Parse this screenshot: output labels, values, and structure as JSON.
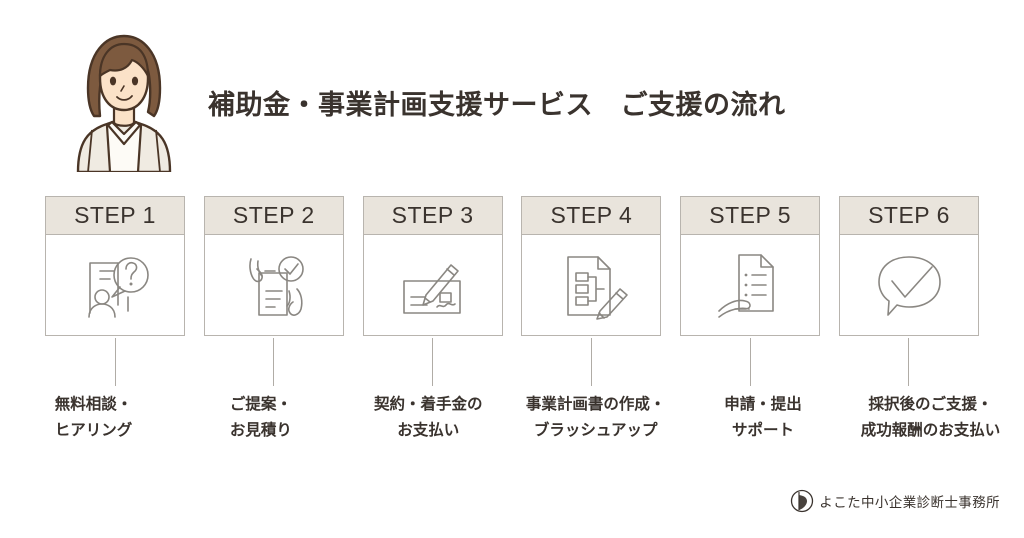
{
  "page": {
    "background_color": "#ffffff",
    "text_color": "#3a332e",
    "accent_band_color": "#e9e4dc",
    "border_color": "#b8b4ae",
    "icon_stroke_color": "#8a8782"
  },
  "header": {
    "title": "補助金・事業計画支援サービス　ご支援の流れ",
    "avatar_alt": "female-advisor-illustration",
    "avatar_colors": {
      "hair": "#7d5a3f",
      "skin": "#fbe2c8",
      "jacket": "#f0ebe2",
      "blouse": "#fdfbf6",
      "outline": "#4a3526"
    }
  },
  "steps": [
    {
      "label": "STEP 1",
      "icon": "person-question-bubble-icon",
      "caption": "無料相談・\nヒアリング"
    },
    {
      "label": "STEP 2",
      "icon": "hands-document-check-icon",
      "caption": "ご提案・\nお見積り"
    },
    {
      "label": "STEP 3",
      "icon": "pen-contract-signing-icon",
      "caption": "契約・着手金の\nお支払い"
    },
    {
      "label": "STEP 4",
      "icon": "document-chart-pencil-icon",
      "caption": "事業計画書の作成・\nブラッシュアップ"
    },
    {
      "label": "STEP 5",
      "icon": "hand-holding-document-icon",
      "caption": "申請・提出\nサポート"
    },
    {
      "label": "STEP 6",
      "icon": "speech-bubble-check-icon",
      "caption": "採択後のご支援・\n成功報酬のお支払い"
    }
  ],
  "footer": {
    "logo_text": "よこた中小企業診断士事務所",
    "logo_mark": "circle-swoosh-logo-icon"
  }
}
